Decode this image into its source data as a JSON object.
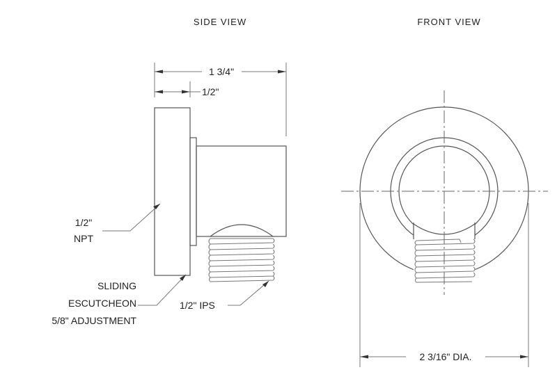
{
  "titles": {
    "side_view": "SIDE  VIEW",
    "front_view": "FRONT  VIEW"
  },
  "dimensions": {
    "overall_depth": "1 3/4\"",
    "flange_depth": "1/2\"",
    "diameter": "2 3/16\" DIA."
  },
  "callouts": {
    "npt_line1": "1/2\"",
    "npt_line2": "NPT",
    "escutcheon_line1": "SLIDING",
    "escutcheon_line2": "ESCUTCHEON",
    "escutcheon_line3": "5/8\" ADJUSTMENT",
    "ips": "1/2\" IPS"
  }
}
